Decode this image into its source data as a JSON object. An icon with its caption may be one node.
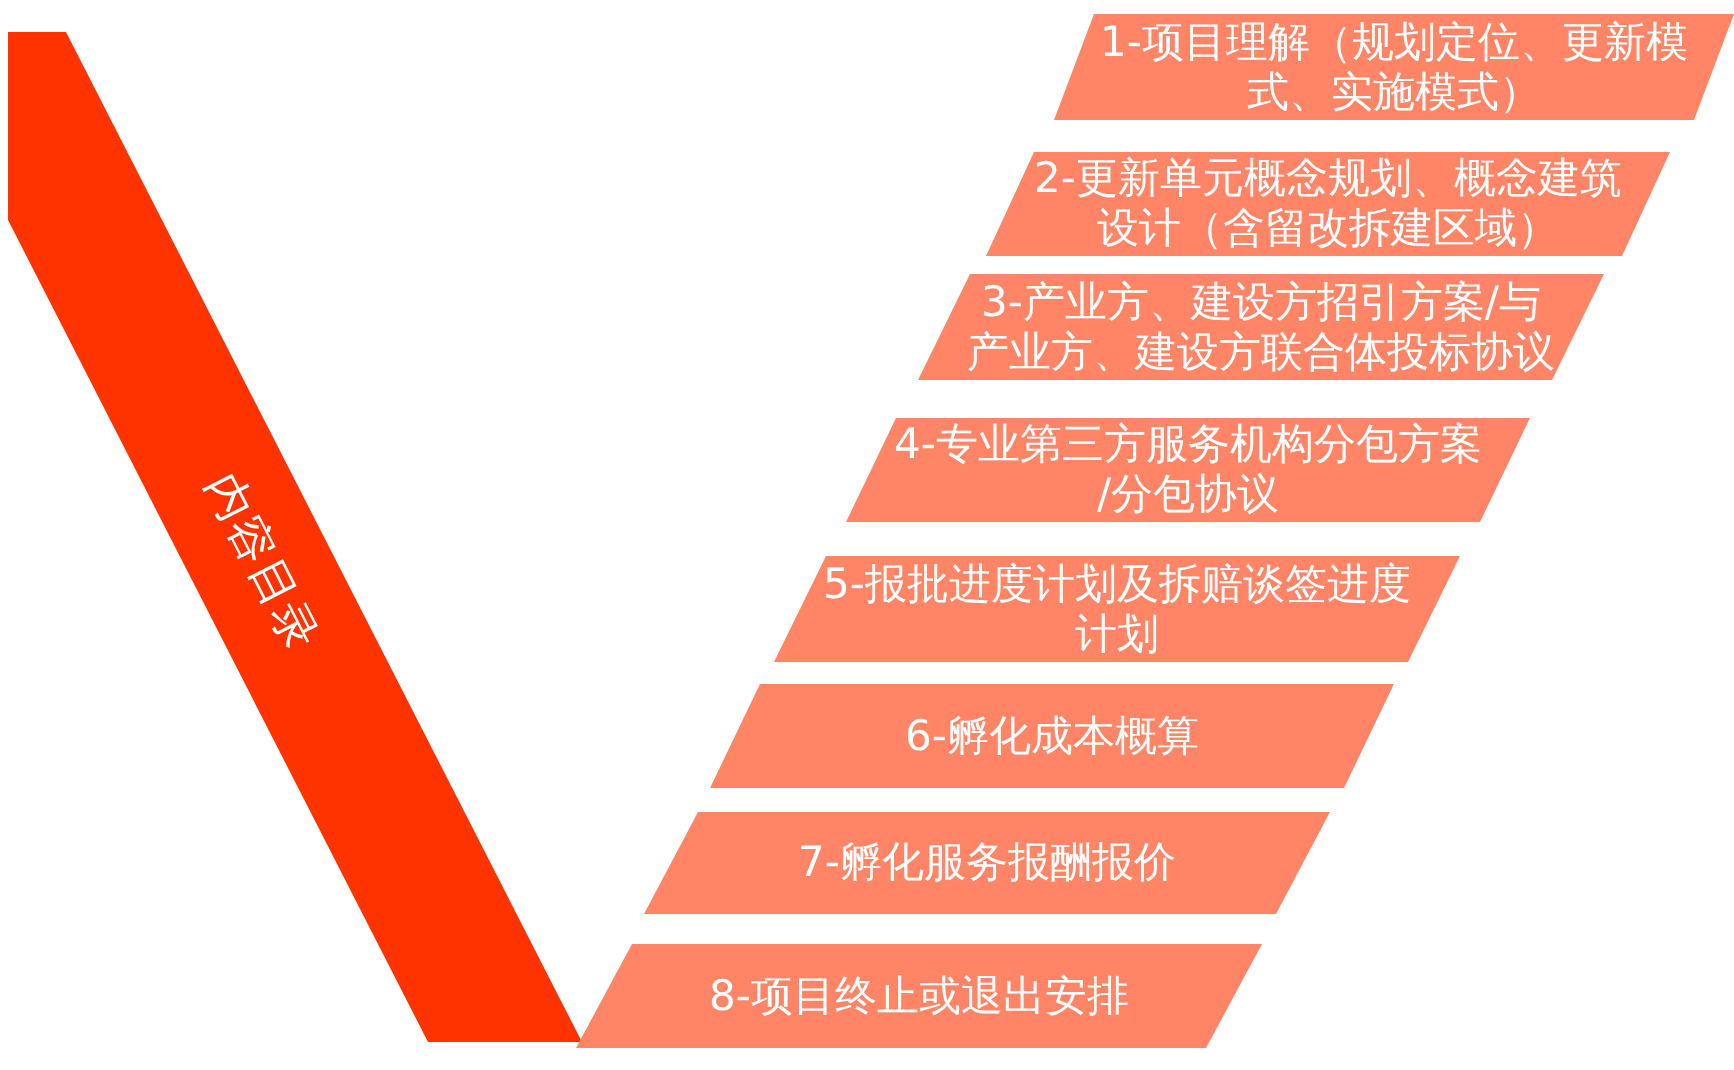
{
  "diagram": {
    "nodes": [
      {
        "text": [
          "内容目录"
        ]
      },
      {
        "text": [
          "1-项目理解（规划定位、更新模式、实施模式）"
        ]
      },
      {
        "text": [
          "2-更新单元概念规划、概念建筑设计（含留改拆建区域）"
        ]
      },
      {
        "text": [
          "3-产业方、建设方招引方案/与产业方、建设方联合体投标协议"
        ]
      },
      {
        "text": [
          "4-专业第三方服务机构分包方案/分包协议"
        ]
      },
      {
        "text": [
          "5-报批进度计划及拆赔谈签进度计划"
        ]
      },
      {
        "text": [
          "6-孵化成本概算"
        ]
      },
      {
        "text": [
          "7-孵化服务报酬报价"
        ]
      },
      {
        "text": [
          "8-项目终止或退出安排"
        ]
      }
    ]
  }
}
